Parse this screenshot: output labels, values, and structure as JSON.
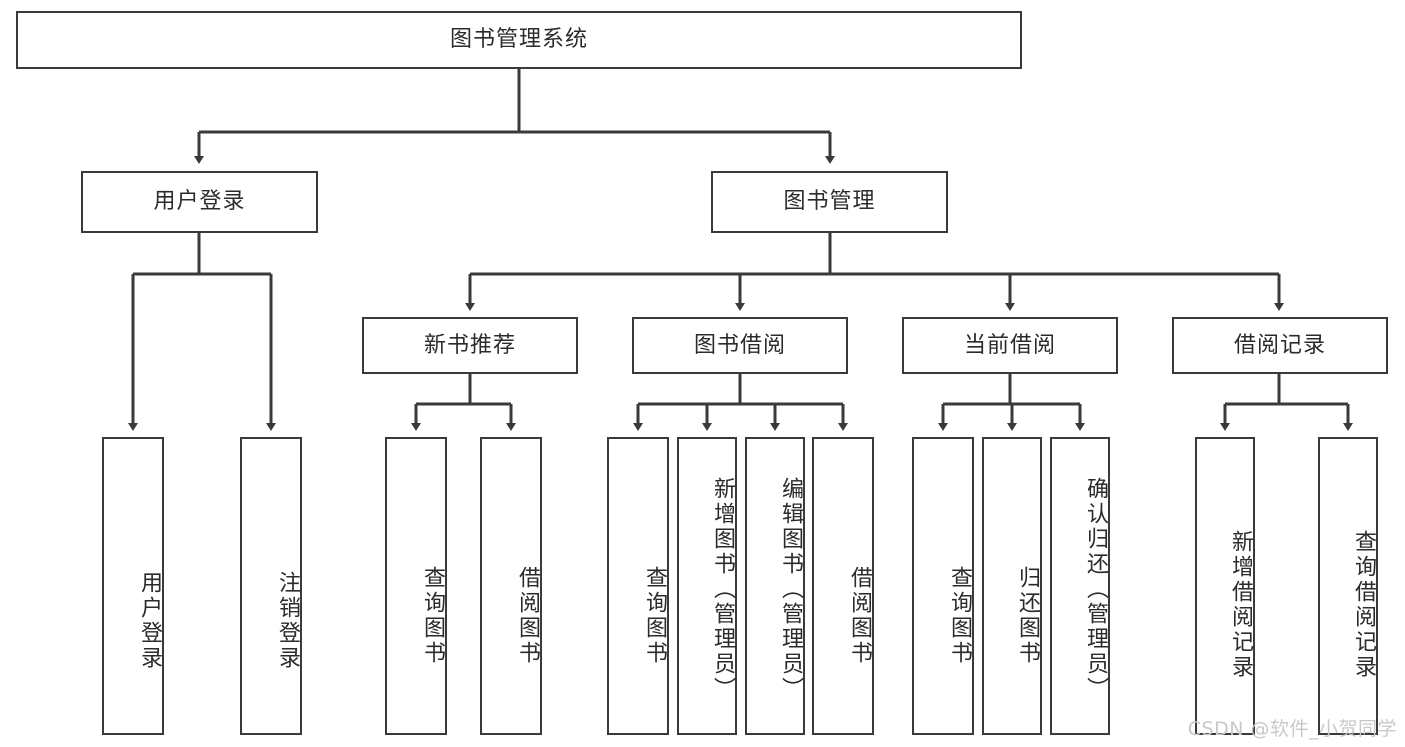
{
  "diagram": {
    "title": "图书管理系统",
    "type": "tree-hierarchy-diagram",
    "colors": {
      "stroke": "#3a3a3a",
      "fill": "#ffffff",
      "text": "#2b2b2b",
      "watermark": "#c9c9c9"
    },
    "root": {
      "label": "图书管理系统"
    },
    "level2": [
      {
        "label": "用户登录"
      },
      {
        "label": "图书管理"
      }
    ],
    "level3": [
      {
        "label": "新书推荐"
      },
      {
        "label": "图书借阅"
      },
      {
        "label": "当前借阅"
      },
      {
        "label": "借阅记录"
      }
    ],
    "leaves": {
      "user_login": [
        {
          "label": "用户登录"
        },
        {
          "label": "注销登录"
        }
      ],
      "new_book_recommend": [
        {
          "label": "查询图书"
        },
        {
          "label": "借阅图书"
        }
      ],
      "book_borrow": [
        {
          "label": "查询图书"
        },
        {
          "label": "新增图书（管理员）"
        },
        {
          "label": "编辑图书（管理员）"
        },
        {
          "label": "借阅图书"
        }
      ],
      "current_borrow": [
        {
          "label": "查询图书"
        },
        {
          "label": "归还图书"
        },
        {
          "label": "确认归还（管理员）"
        }
      ],
      "borrow_record": [
        {
          "label": "新增借阅记录"
        },
        {
          "label": "查询借阅记录"
        }
      ]
    },
    "watermark": "CSDN @软件_小贺同学"
  }
}
